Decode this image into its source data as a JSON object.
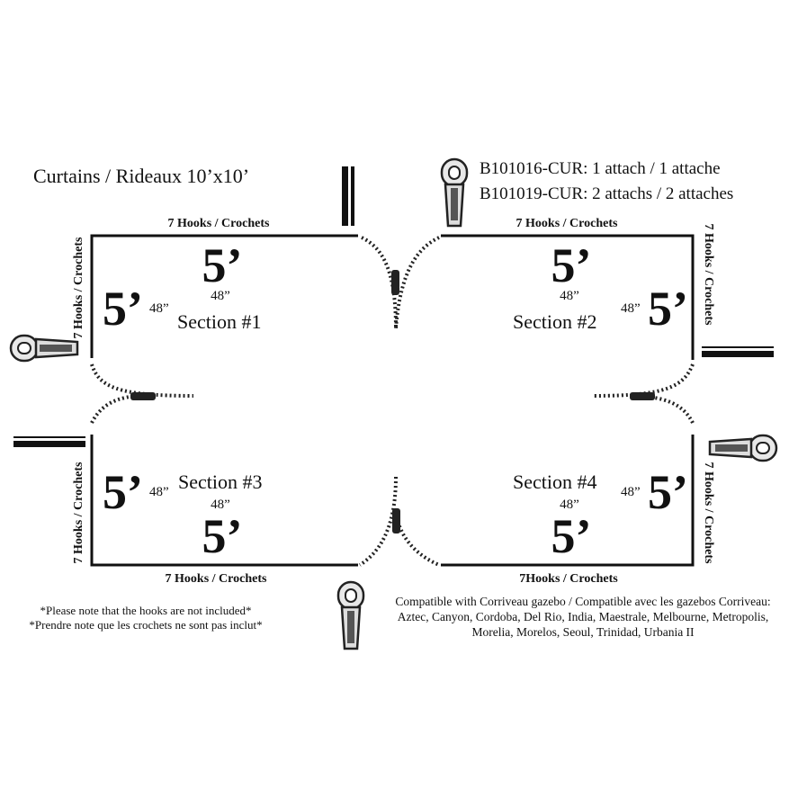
{
  "title": "Curtains / Rideaux 10’x10’",
  "codes": [
    "B101016-CUR: 1 attach / 1 attache",
    "B101019-CUR: 2 attachs / 2 attaches"
  ],
  "hooks": {
    "top_left": "7 Hooks / Crochets",
    "top_right": "7 Hooks / Crochets",
    "bottom_left": "7 Hooks / Crochets",
    "bottom_right": "7Hooks / Crochets",
    "left_top": "7 Hooks / Crochets",
    "left_bottom": "7 Hooks / Crochets",
    "right_top": "7 Hooks / Crochets",
    "right_bottom": "7 Hooks / Crochets"
  },
  "dimension_big": "5’",
  "dimension_small": "48”",
  "sections": [
    "Section #1",
    "Section #2",
    "Section #3",
    "Section #4"
  ],
  "notes": [
    "*Please note that the hooks are not included*",
    "*Prendre note que les crochets ne sont pas inclut*"
  ],
  "compat": [
    "Compatible with Corriveau gazebo / Compatible avec les gazebos Corriveau:",
    "Aztec, Canyon, Cordoba, Del Rio, India, Maestrale, Melbourne, Metropolis,",
    "Morelia, Morelos, Seoul, Trinidad, Urbania II"
  ]
}
